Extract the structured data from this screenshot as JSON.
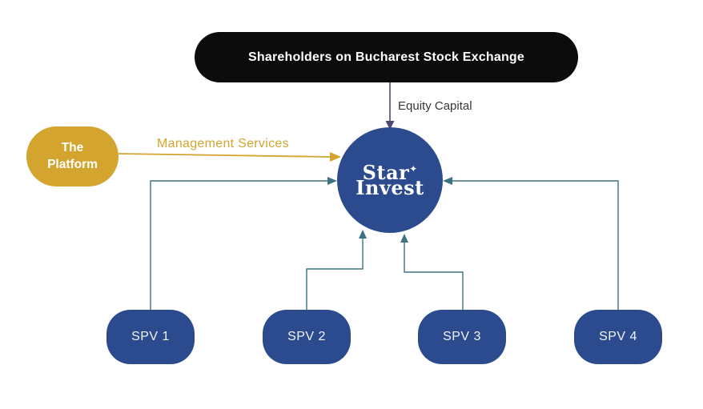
{
  "colors": {
    "background": "#ffffff",
    "black_pill": "#0c0c0c",
    "blue": "#2b4b8e",
    "gold": "#d3a42e",
    "teal": "#3f7280",
    "purple": "#4f4677",
    "label_text": "#383838"
  },
  "nodes": {
    "shareholders": {
      "label": "Shareholders on Bucharest Stock Exchange"
    },
    "platform": {
      "line1": "The",
      "line2": "Platform"
    },
    "hub": {
      "logo_top": "Star",
      "logo_star": "✦",
      "logo_bottom": "Invest"
    },
    "spvs": [
      {
        "label": "SPV 1"
      },
      {
        "label": "SPV 2"
      },
      {
        "label": "SPV 3"
      },
      {
        "label": "SPV 4"
      }
    ]
  },
  "edges": {
    "equity_capital": {
      "label": "Equity Capital"
    },
    "management_services": {
      "label": "Management Services"
    }
  }
}
